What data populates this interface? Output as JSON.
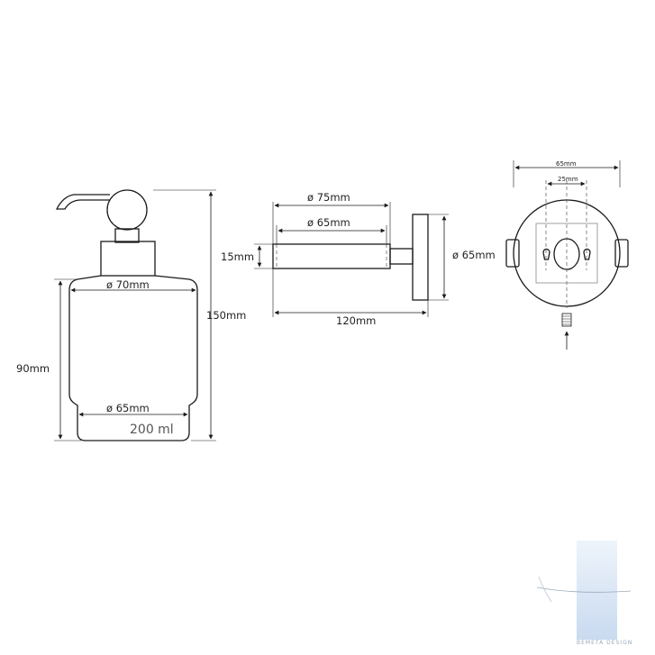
{
  "dispenser": {
    "dim_height_total": "150mm",
    "dim_height_glass": "90mm",
    "dim_top_diameter": "ø 70mm",
    "dim_bottom_diameter": "ø 65mm",
    "volume": "200 ml"
  },
  "holder_side": {
    "dim_outer_diameter": "ø 75mm",
    "dim_inner_diameter": "ø 65mm",
    "dim_ring_height": "15mm",
    "dim_depth": "120mm",
    "dim_plate_diameter": "ø 65mm"
  },
  "holder_back": {
    "dim_plate_diameter": "65mm",
    "dim_hole_spacing": "25mm"
  },
  "watermark": {
    "brand_text": "BEMETA DESIGN"
  }
}
